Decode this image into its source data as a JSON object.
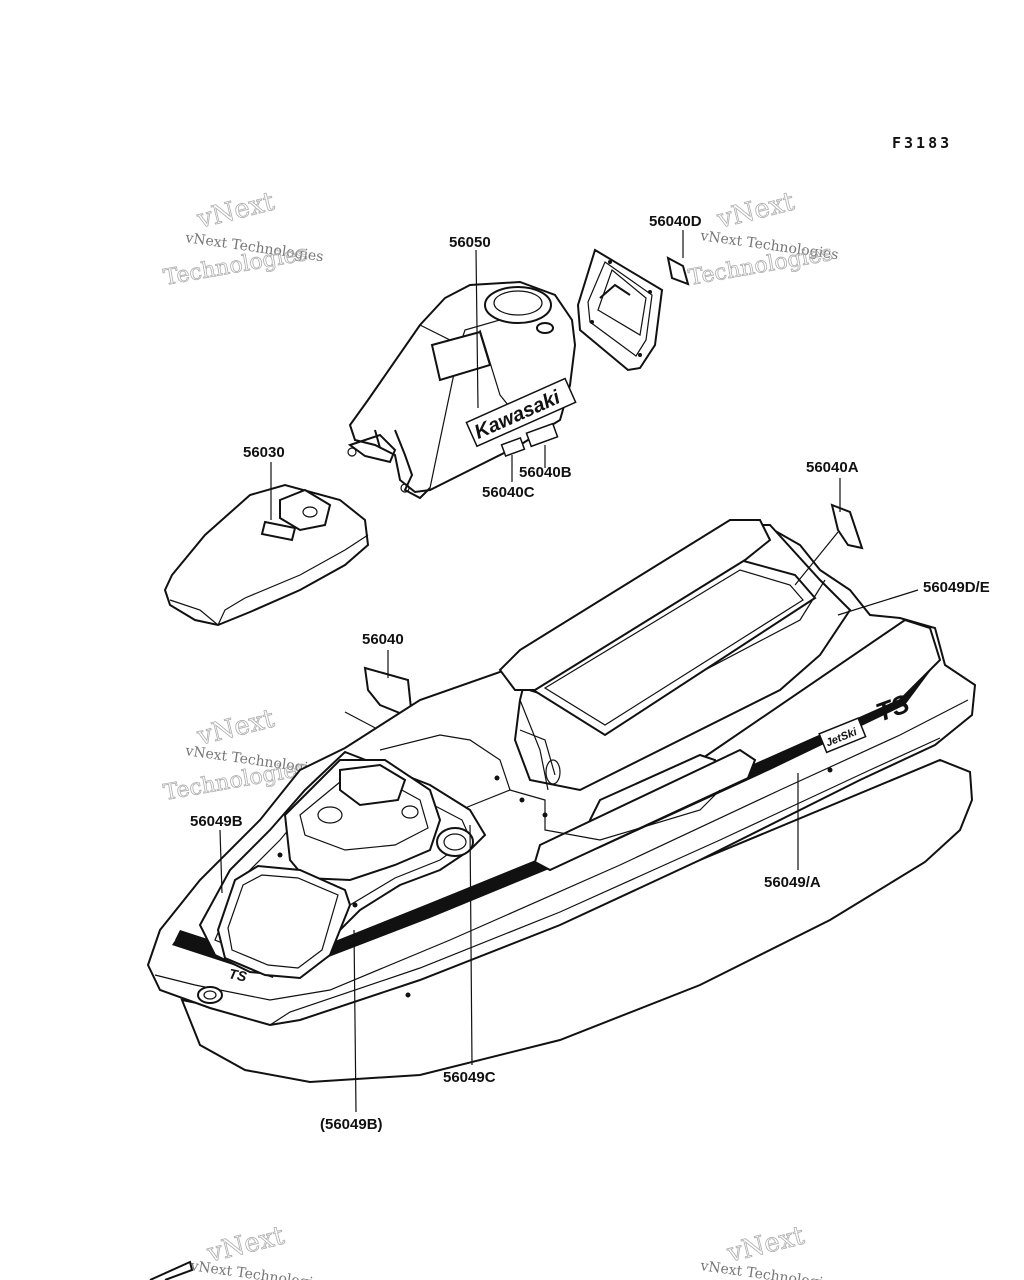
{
  "figure_id": "F3183",
  "watermark": {
    "line1": "vNext Technologies",
    "line2": "vNext",
    "line3": "Technologies"
  },
  "labels": {
    "p56050": "56050",
    "p56040D": "56040D",
    "p56030": "56030",
    "p56040C": "56040C",
    "p56040B": "56040B",
    "p56040A": "56040A",
    "p56049DE": "56049D/E",
    "p56040": "56040",
    "p56049B": "56049B",
    "p56049A": "56049/A",
    "p56049C": "56049C",
    "p56049B_paren": "(56049B)"
  },
  "decals": {
    "kawasaki": "Kawasaki",
    "ts": "TS",
    "jetski": "JetSki"
  }
}
